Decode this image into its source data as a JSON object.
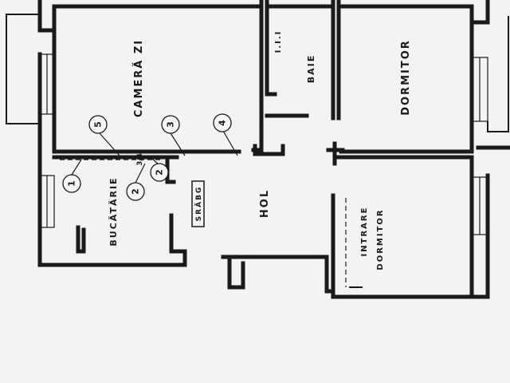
{
  "rooms": {
    "camera_zi": "CAMERĂ ZI",
    "baie": "BAIE",
    "baie_code": "I.I.I",
    "dormitor": "DORMITOR",
    "bucatarie": "BUCĂTĂRIE",
    "hol": "HOL",
    "sr_abg": "SRĂBG",
    "intrare_dormitor_1": "INTRARE",
    "intrare_dormitor_2": "DORMITOR"
  },
  "markers": [
    "1",
    "2",
    "2",
    "3",
    "4",
    "5"
  ],
  "annotations": {
    "measure": "3/4"
  }
}
